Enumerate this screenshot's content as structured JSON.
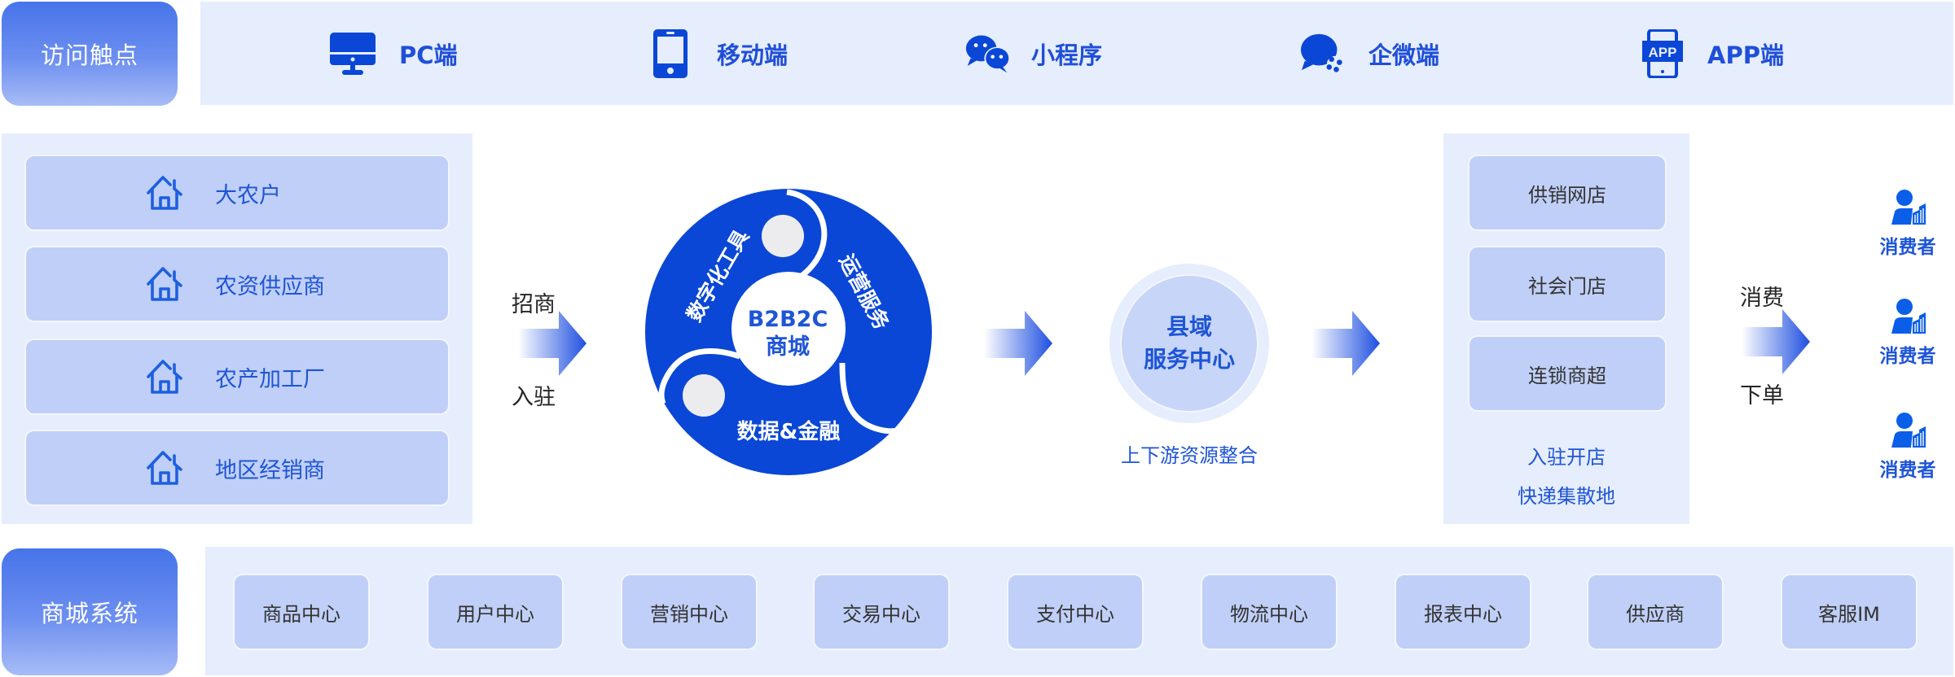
{
  "access_touchpoints": {
    "label": "访问触点",
    "items": [
      {
        "icon": "desktop-monitor-icon",
        "label": "PC端"
      },
      {
        "icon": "mobile-phone-icon",
        "label": "移动端"
      },
      {
        "icon": "wechat-icon",
        "label": "小程序"
      },
      {
        "icon": "wecom-icon",
        "label": "企微端"
      },
      {
        "icon": "app-icon",
        "label": "APP端"
      }
    ]
  },
  "suppliers": {
    "items": [
      {
        "icon": "house-icon",
        "label": "大农户"
      },
      {
        "icon": "house-icon",
        "label": "农资供应商"
      },
      {
        "icon": "house-icon",
        "label": "农产加工厂"
      },
      {
        "icon": "house-icon",
        "label": "地区经销商"
      }
    ]
  },
  "inbound_flow": {
    "top_label": "招商",
    "bottom_label": "入驻"
  },
  "platform_ring": {
    "center_line1": "B2B2C",
    "center_line2": "商城",
    "segments": [
      "数字化工具",
      "运营服务",
      "数据&金融"
    ]
  },
  "county_center": {
    "line1": "县域",
    "line2": "服务中心",
    "caption": "上下游资源整合"
  },
  "outlets": {
    "items": [
      "供销网店",
      "社会门店",
      "连锁商超"
    ],
    "notes": [
      "入驻开店",
      "快递集散地"
    ]
  },
  "consumer_flow": {
    "top_label": "消费",
    "bottom_label": "下单"
  },
  "consumers": [
    {
      "icon": "consumer-icon",
      "label": "消费者"
    },
    {
      "icon": "consumer-icon",
      "label": "消费者"
    },
    {
      "icon": "consumer-icon",
      "label": "消费者"
    }
  ],
  "mall_system": {
    "label": "商城系统",
    "modules": [
      "商品中心",
      "用户中心",
      "营销中心",
      "交易中心",
      "支付中心",
      "物流中心",
      "报表中心",
      "供应商",
      "客服IM"
    ]
  },
  "colors": {
    "primary": "#0a47d6",
    "accent_text": "#1e55d6",
    "panel_bg": "#e6edfc",
    "card_bg": "#c0cff7"
  }
}
